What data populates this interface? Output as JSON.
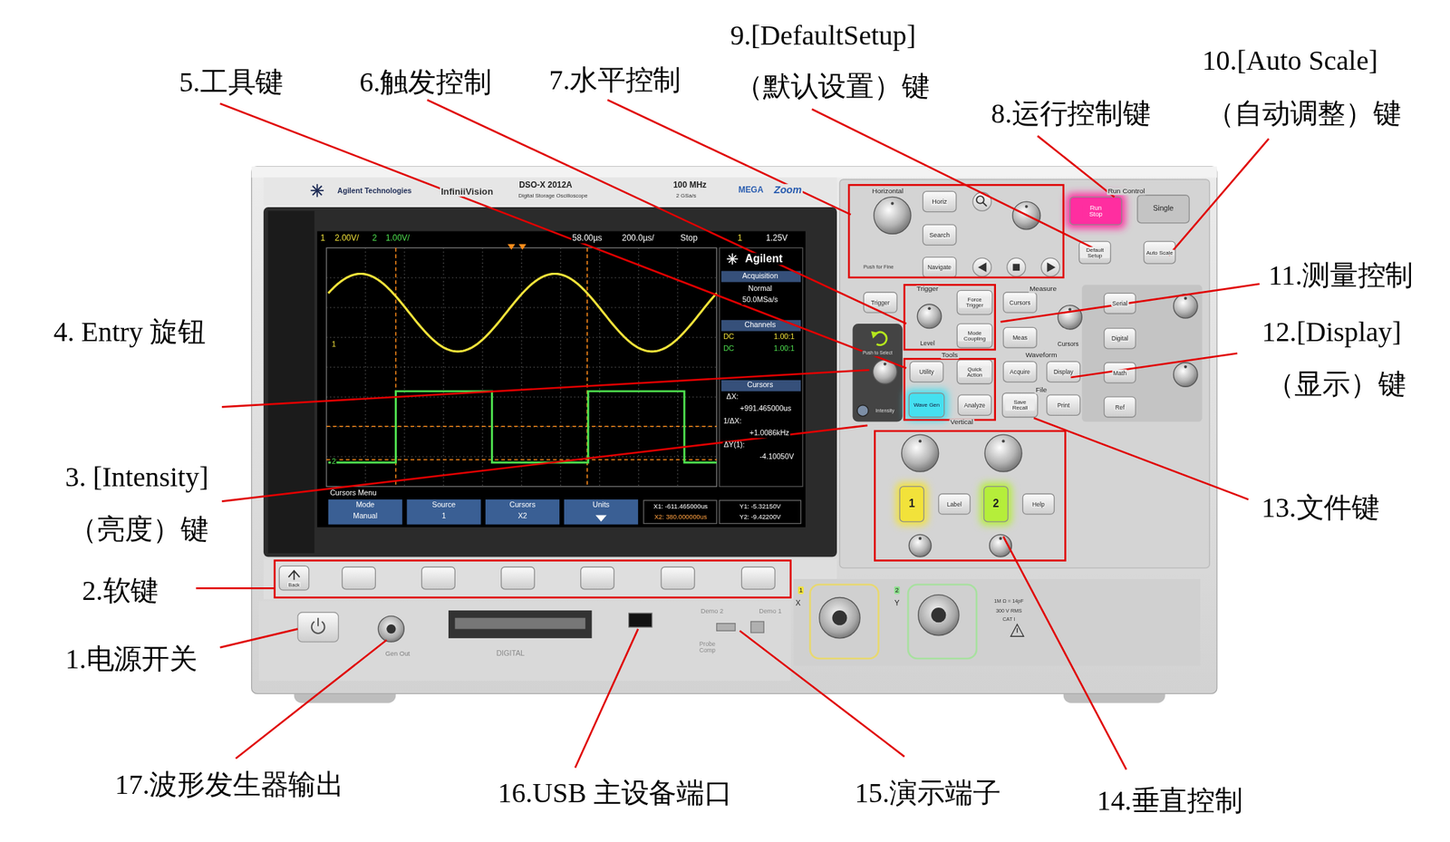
{
  "diagram": {
    "labels": [
      "5.工具键",
      "6.触发控制",
      "7.水平控制",
      "9.[DefaultSetup]",
      "（默认设置）键",
      "8.运行控制键",
      "10.[Auto Scale]",
      "（自动调整）键",
      "11.测量控制",
      "12.[Display]",
      "（显示）键",
      "4. Entry 旋钮",
      "3. [Intensity]",
      "（亮度）键",
      "13.文件键",
      "2.软键",
      "1.电源开关",
      "17.波形发生器输出",
      "16.USB 主设备端口",
      "15.演示端子",
      "14.垂直控制",
      "1",
      "2.00V/",
      "2",
      "1.00V/",
      "58.00µs",
      "200.0µs/",
      "Stop",
      "1",
      "1.25V",
      "Agilent",
      "Acquisition",
      "Normal",
      "50.0MSa/s",
      "Channels",
      "DC",
      "1.00:1",
      "DC",
      "1.00:1",
      "Cursors",
      "ΔX:",
      "+991.465000us",
      "1/ΔX:",
      "+1.0086kHz",
      "ΔY(1):",
      "-4.10050V",
      "1",
      "2",
      "Cursors Menu",
      "Mode",
      "Manual",
      "Source",
      "1",
      "Cursors",
      "X2",
      "Units",
      "X1: -611.465000us",
      "X2: 380.000000us",
      "Y1: -5.32150V",
      "Y2: -9.42200V",
      "Agilent Technologies",
      "InfiniiVision",
      "DSO-X 2012A",
      "Digital Storage Oscilloscope",
      "100 MHz",
      "2 GSa/s",
      "MEGA",
      "Zoom",
      "Horizontal",
      "Horiz",
      "Search",
      "Push for Fine",
      "Navigate",
      "Run Control",
      "Run Stop",
      "Single",
      "Default Setup",
      "Auto Scale",
      "Trigger",
      "Trigger",
      "Force Trigger",
      "Mode Coupling",
      "Level",
      "Measure",
      "Cursors",
      "Meas",
      "Cursors",
      "Tools",
      "Utility",
      "Quick Action",
      "Wave Gen",
      "Analyze",
      "Waveform",
      "Acquire",
      "Display",
      "File",
      "Save Recall",
      "Print",
      "Serial",
      "Digital",
      "Math",
      "Ref",
      "Push to Select",
      "Intensity",
      "Vertical",
      "1",
      "Label",
      "2",
      "Help",
      "Back",
      "Gen Out",
      "DIGITAL",
      "Demo 2",
      "Demo 1",
      "Probe Comp",
      "1",
      "X",
      "2",
      "Y",
      "1M Ω = 14pF",
      "300 V RMS",
      "CAT I"
    ]
  }
}
